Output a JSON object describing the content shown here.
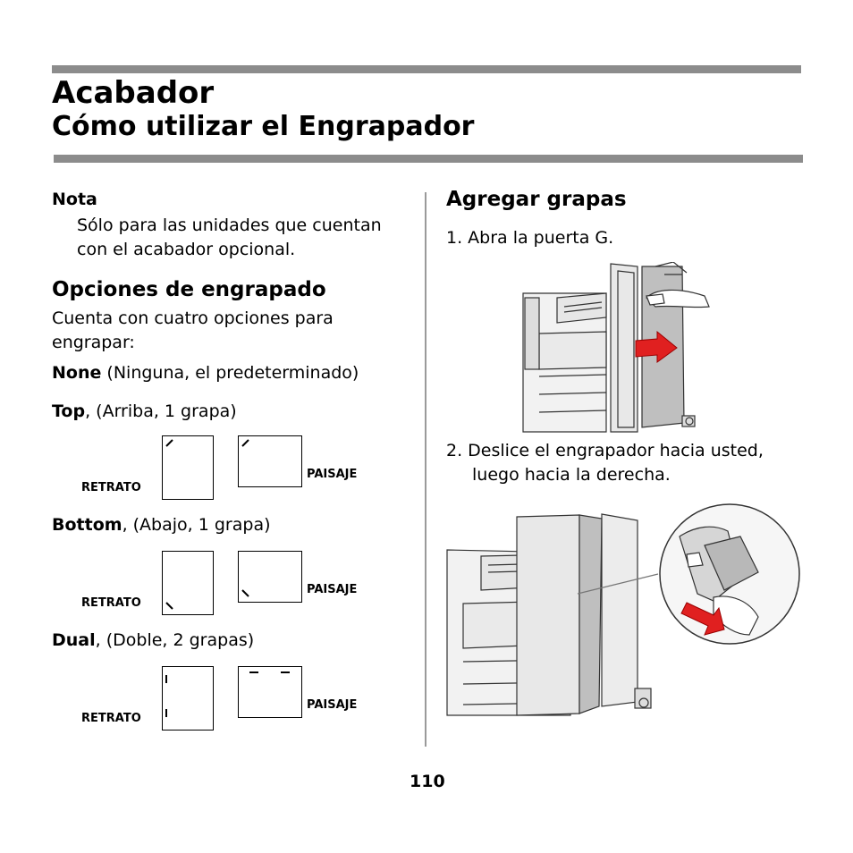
{
  "header": {
    "title": "Acabador",
    "subtitle": "Cómo utilizar el Engrapador"
  },
  "note": {
    "heading": "Nota",
    "text_line1": "Sólo para las unidades que cuentan",
    "text_line2": "con el acabador opcional."
  },
  "options": {
    "heading": "Opciones de engrapado",
    "intro_line1": "Cuenta con cuatro opciones para",
    "intro_line2": "engrapar:",
    "none_bold": "None",
    "none_rest": " (Ninguna, el predeterminado)",
    "top_bold": "Top",
    "top_rest": ", (Arriba, 1 grapa)",
    "bottom_bold": "Bottom",
    "bottom_rest": ", (Abajo, 1 grapa)",
    "dual_bold": "Dual",
    "dual_rest": ", (Doble, 2 grapas)",
    "portrait_label": "RETRATO",
    "landscape_label": "PAISAJE"
  },
  "staples": {
    "heading": "Agregar grapas",
    "step1": "1. Abra la puerta G.",
    "step2_line1": "2. Deslice el engrapador hacia usted,",
    "step2_line2": "luego hacia la derecha."
  },
  "footer": {
    "page_number": "110"
  },
  "colors": {
    "rule": "#8c8c8c",
    "arrow": "#e02020"
  }
}
